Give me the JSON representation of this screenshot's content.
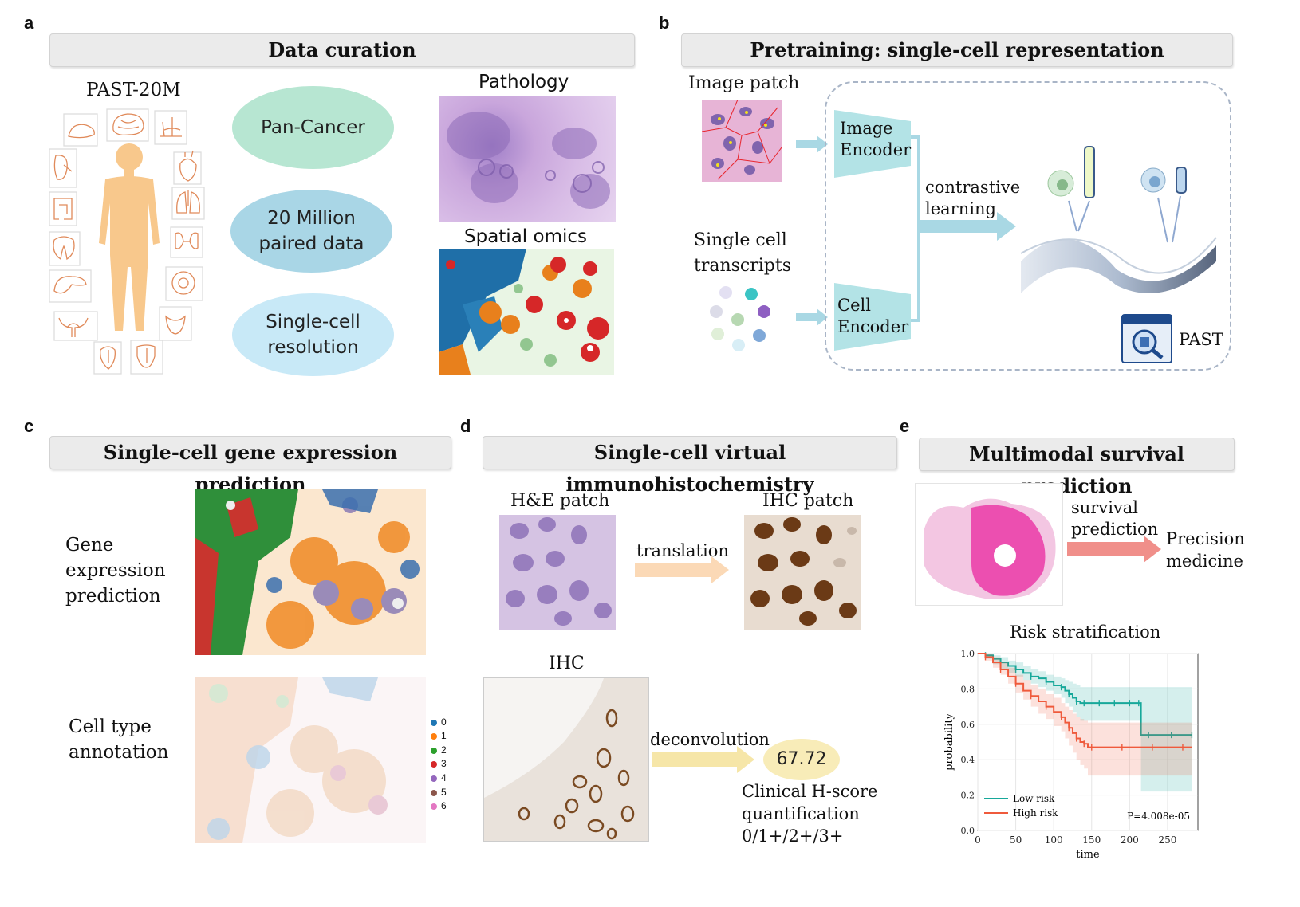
{
  "panels": {
    "a": {
      "letter": "a",
      "title": "Data curation",
      "dataset_label": "PAST-20M",
      "ellipses": [
        "Pan-Cancer",
        "20 Million\npaired data",
        "Single-cell\nresolution"
      ],
      "pathology_label": "Pathology",
      "omics_label": "Spatial omics"
    },
    "b": {
      "letter": "b",
      "title": "Pretraining: single-cell representation",
      "image_patch_label": "Image patch",
      "transcripts_label": "Single cell\ntranscripts",
      "image_encoder": "Image\nEncoder",
      "cell_encoder": "Cell\nEncoder",
      "contrastive": "contrastive\nlearning",
      "model_name": "PAST"
    },
    "c": {
      "letter": "c",
      "title": "Single-cell gene expression prediction",
      "gene_label": "Gene\nexpression\nprediction",
      "celltype_label": "Cell type\nannotation",
      "legend": [
        "0",
        "1",
        "2",
        "3",
        "4",
        "5",
        "6"
      ]
    },
    "d": {
      "letter": "d",
      "title": "Single-cell virtual immunohistochemistry",
      "he_label": "H&E patch",
      "ihc_patch_label": "IHC patch",
      "translation": "translation",
      "ihc_label": "IHC",
      "deconvolution": "deconvolution",
      "score": "67.72",
      "hscore_text": "Clinical H-score\nquantification\n0/1+/2+/3+"
    },
    "e": {
      "letter": "e",
      "title": "Multimodal survival prediction",
      "survival": "survival\nprediction",
      "precision": "Precision\nmedicine",
      "risk_title": "Risk stratification"
    }
  },
  "colors": {
    "pan_cancer": "#b7e6d2",
    "million": "#a9d6e6",
    "single_cell": "#c8e9f7",
    "encoder": "#b3e3e6",
    "arrow_blue": "#a9d8e4",
    "organ": "#e08a5a",
    "body": "#f8c88c",
    "legend": [
      "#1f77b4",
      "#ff7f0e",
      "#2ca02c",
      "#d62728",
      "#9467bd",
      "#8c564b",
      "#e377c2"
    ],
    "low_risk": "#17a89a",
    "high_risk": "#ef5a3c"
  },
  "chart_data": {
    "type": "line",
    "title": "Risk stratification",
    "xlabel": "time",
    "ylabel": "probability",
    "xlim": [
      0,
      290
    ],
    "ylim": [
      0,
      1.0
    ],
    "xticks": [
      0,
      50,
      100,
      150,
      200,
      250
    ],
    "yticks": [
      0.0,
      0.2,
      0.4,
      0.6,
      0.8,
      1.0
    ],
    "annotation": "P=4.008e-05",
    "legend_position": "bottom-left",
    "grid": true,
    "series": [
      {
        "name": "Low risk",
        "x": [
          0,
          10,
          20,
          30,
          40,
          50,
          60,
          70,
          80,
          90,
          100,
          110,
          115,
          120,
          125,
          130,
          135,
          140,
          150,
          160,
          170,
          180,
          190,
          200,
          210,
          212,
          215,
          225,
          240,
          255,
          270,
          282
        ],
        "y": [
          1.0,
          0.99,
          0.97,
          0.95,
          0.93,
          0.91,
          0.89,
          0.87,
          0.86,
          0.84,
          0.82,
          0.81,
          0.79,
          0.77,
          0.75,
          0.73,
          0.72,
          0.72,
          0.72,
          0.72,
          0.72,
          0.72,
          0.72,
          0.72,
          0.72,
          0.72,
          0.54,
          0.54,
          0.54,
          0.54,
          0.54,
          0.54
        ],
        "ci_low": [
          1.0,
          0.97,
          0.94,
          0.91,
          0.89,
          0.87,
          0.85,
          0.83,
          0.81,
          0.79,
          0.77,
          0.75,
          0.72,
          0.7,
          0.67,
          0.64,
          0.62,
          0.62,
          0.62,
          0.62,
          0.62,
          0.62,
          0.62,
          0.62,
          0.62,
          0.62,
          0.22,
          0.22,
          0.22,
          0.22,
          0.22,
          0.22
        ],
        "ci_high": [
          1.0,
          1.0,
          0.99,
          0.98,
          0.96,
          0.95,
          0.93,
          0.91,
          0.9,
          0.88,
          0.87,
          0.86,
          0.85,
          0.84,
          0.83,
          0.82,
          0.81,
          0.81,
          0.81,
          0.81,
          0.81,
          0.81,
          0.81,
          0.81,
          0.81,
          0.81,
          0.81,
          0.81,
          0.81,
          0.81,
          0.81,
          0.81
        ]
      },
      {
        "name": "High risk",
        "x": [
          0,
          10,
          20,
          30,
          40,
          50,
          60,
          70,
          80,
          90,
          100,
          110,
          115,
          120,
          125,
          130,
          135,
          140,
          145,
          150,
          170,
          190,
          210,
          230,
          250,
          270,
          282
        ],
        "y": [
          1.0,
          0.98,
          0.95,
          0.91,
          0.87,
          0.83,
          0.79,
          0.76,
          0.73,
          0.7,
          0.67,
          0.64,
          0.61,
          0.58,
          0.55,
          0.52,
          0.5,
          0.49,
          0.47,
          0.47,
          0.47,
          0.47,
          0.47,
          0.47,
          0.47,
          0.47,
          0.47
        ],
        "ci_low": [
          1.0,
          0.96,
          0.92,
          0.88,
          0.83,
          0.78,
          0.74,
          0.7,
          0.66,
          0.63,
          0.59,
          0.56,
          0.52,
          0.48,
          0.44,
          0.4,
          0.37,
          0.35,
          0.31,
          0.31,
          0.31,
          0.31,
          0.31,
          0.31,
          0.31,
          0.31,
          0.31
        ],
        "ci_high": [
          1.0,
          1.0,
          0.98,
          0.95,
          0.92,
          0.88,
          0.85,
          0.82,
          0.8,
          0.77,
          0.75,
          0.72,
          0.7,
          0.68,
          0.66,
          0.64,
          0.63,
          0.62,
          0.61,
          0.61,
          0.61,
          0.61,
          0.61,
          0.61,
          0.61,
          0.61,
          0.61
        ]
      }
    ]
  }
}
